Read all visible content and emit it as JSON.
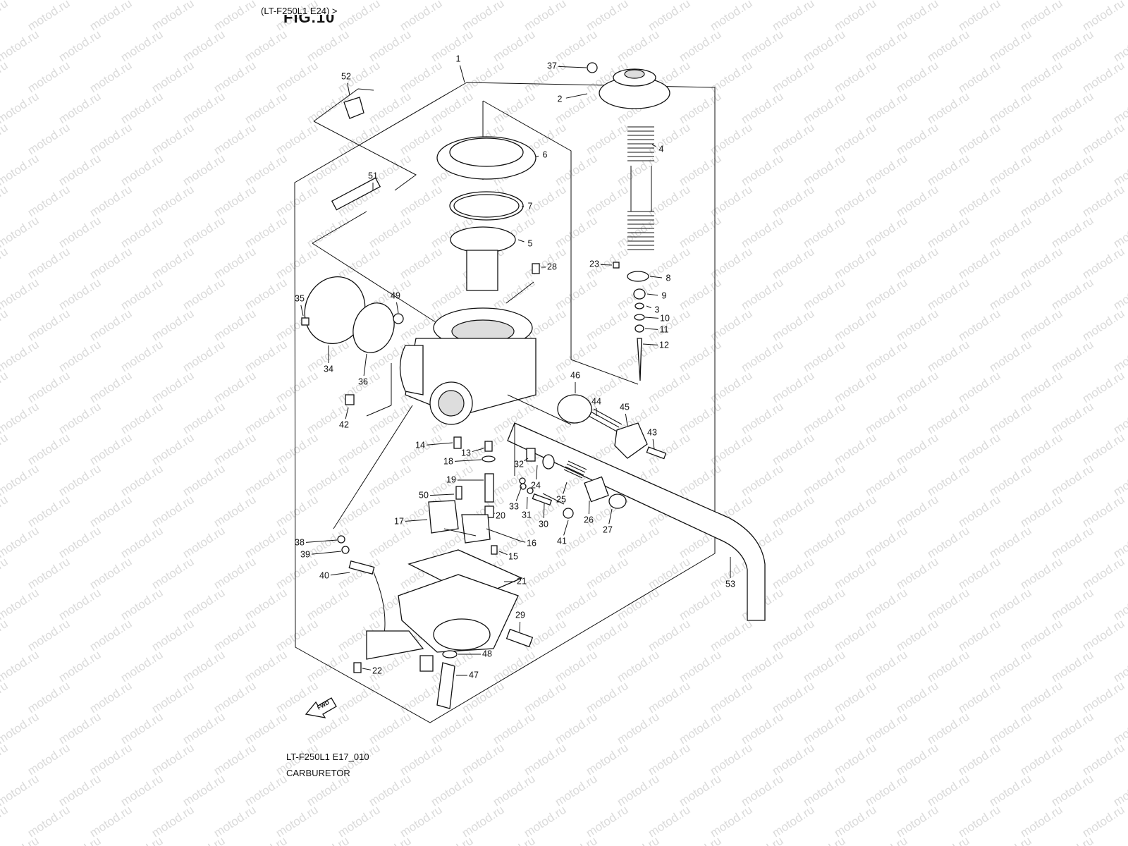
{
  "header": {
    "model_ref": "(LT-F250L1 E24) >",
    "fig_label": "FIG.10"
  },
  "footer": {
    "diagram_code": "LT-F250L1 E17_010",
    "title": "CARBURETOR"
  },
  "watermark": {
    "text": "motod.ru",
    "color": "#bdbdbd"
  },
  "fwd_label": "FWD",
  "callouts": [
    {
      "n": "1"
    },
    {
      "n": "2"
    },
    {
      "n": "3"
    },
    {
      "n": "4"
    },
    {
      "n": "5"
    },
    {
      "n": "6"
    },
    {
      "n": "7"
    },
    {
      "n": "8"
    },
    {
      "n": "9"
    },
    {
      "n": "10"
    },
    {
      "n": "11"
    },
    {
      "n": "12"
    },
    {
      "n": "13"
    },
    {
      "n": "14"
    },
    {
      "n": "15"
    },
    {
      "n": "16"
    },
    {
      "n": "17"
    },
    {
      "n": "18"
    },
    {
      "n": "19"
    },
    {
      "n": "20"
    },
    {
      "n": "21"
    },
    {
      "n": "22"
    },
    {
      "n": "23"
    },
    {
      "n": "24"
    },
    {
      "n": "25"
    },
    {
      "n": "26"
    },
    {
      "n": "27"
    },
    {
      "n": "28"
    },
    {
      "n": "29"
    },
    {
      "n": "30"
    },
    {
      "n": "31"
    },
    {
      "n": "32"
    },
    {
      "n": "33"
    },
    {
      "n": "34"
    },
    {
      "n": "35"
    },
    {
      "n": "36"
    },
    {
      "n": "37"
    },
    {
      "n": "38"
    },
    {
      "n": "39"
    },
    {
      "n": "40"
    },
    {
      "n": "41"
    },
    {
      "n": "42"
    },
    {
      "n": "43"
    },
    {
      "n": "44"
    },
    {
      "n": "45"
    },
    {
      "n": "46"
    },
    {
      "n": "47"
    },
    {
      "n": "48"
    },
    {
      "n": "49"
    },
    {
      "n": "50"
    },
    {
      "n": "51"
    },
    {
      "n": "52"
    },
    {
      "n": "53"
    }
  ]
}
